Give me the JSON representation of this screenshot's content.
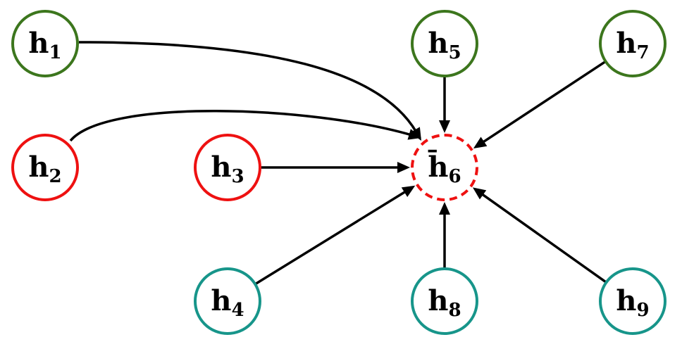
{
  "colors": {
    "green": "#3c761d",
    "red": "#ee1111",
    "teal": "#17958a",
    "edge": "#000000"
  },
  "nodes": [
    {
      "id": "h1",
      "letter": "h",
      "sub": "1",
      "color": "green"
    },
    {
      "id": "h2",
      "letter": "h",
      "sub": "2",
      "color": "red"
    },
    {
      "id": "h3",
      "letter": "h",
      "sub": "3",
      "color": "red"
    },
    {
      "id": "h4",
      "letter": "h",
      "sub": "4",
      "color": "teal"
    },
    {
      "id": "h5",
      "letter": "h",
      "sub": "5",
      "color": "green"
    },
    {
      "id": "h6",
      "letter": "h̄",
      "sub": "6",
      "color": "red",
      "dashed": true
    },
    {
      "id": "h7",
      "letter": "h",
      "sub": "7",
      "color": "green"
    },
    {
      "id": "h8",
      "letter": "h",
      "sub": "8",
      "color": "teal"
    },
    {
      "id": "h9",
      "letter": "h",
      "sub": "9",
      "color": "teal"
    }
  ],
  "edges": [
    {
      "from": "h1",
      "to": "h6",
      "curved": true
    },
    {
      "from": "h2",
      "to": "h6",
      "curved": true
    },
    {
      "from": "h3",
      "to": "h6"
    },
    {
      "from": "h4",
      "to": "h6"
    },
    {
      "from": "h5",
      "to": "h6"
    },
    {
      "from": "h7",
      "to": "h6"
    },
    {
      "from": "h8",
      "to": "h6"
    },
    {
      "from": "h9",
      "to": "h6"
    }
  ]
}
